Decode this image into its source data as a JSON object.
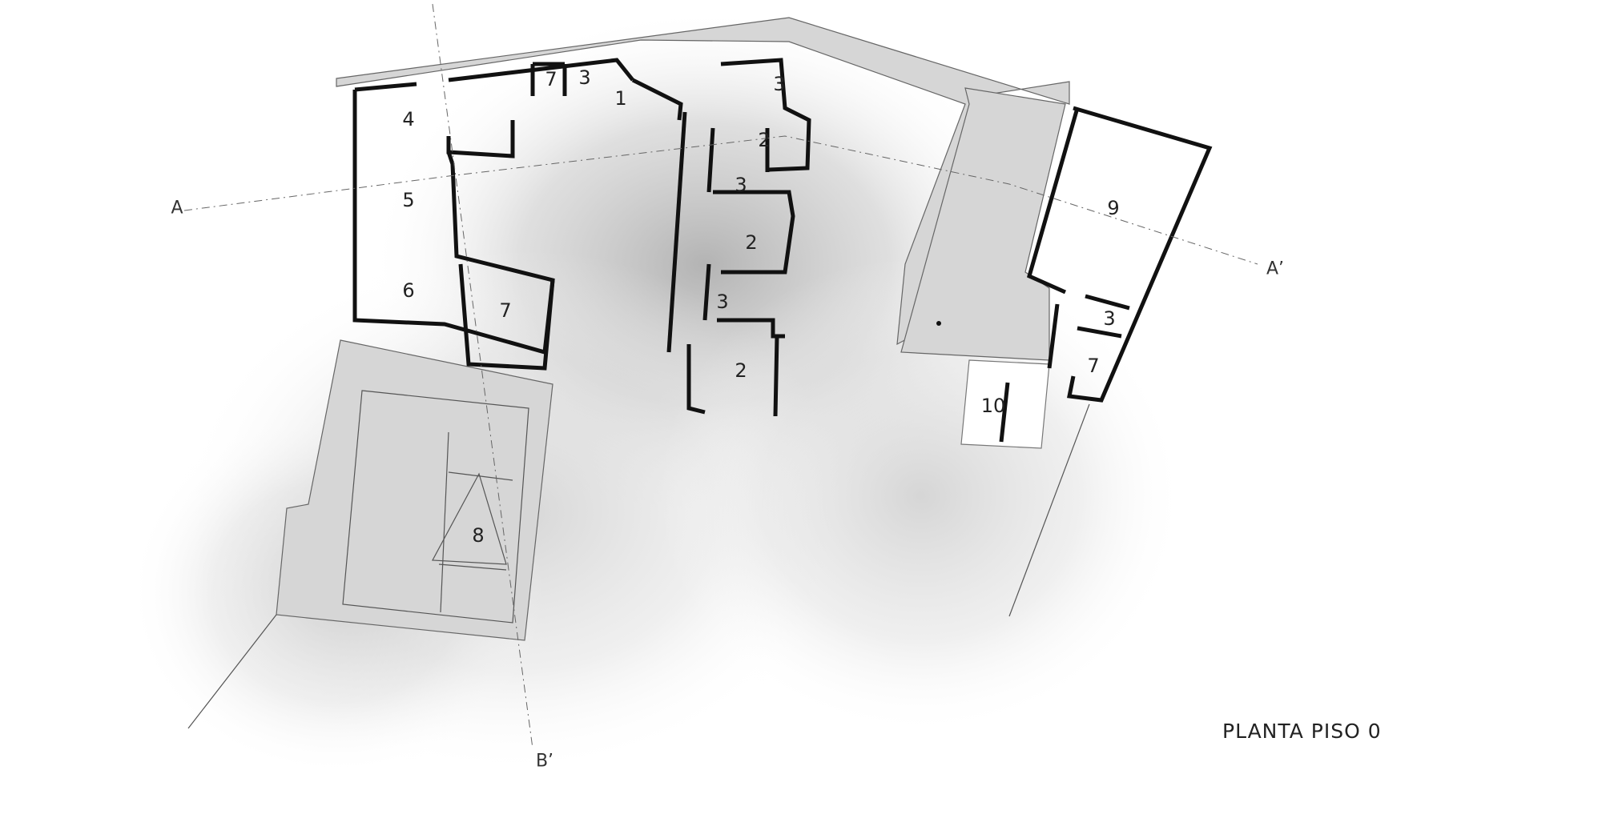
{
  "drawing": {
    "title": "PLANTA PISO 0",
    "section_marks": {
      "a_start": "A",
      "a_end": "A’",
      "b_end": "B’"
    },
    "rooms": [
      {
        "id": "room-1",
        "number": "1"
      },
      {
        "id": "room-2-a",
        "number": "2"
      },
      {
        "id": "room-2-b",
        "number": "2"
      },
      {
        "id": "room-2-c",
        "number": "2"
      },
      {
        "id": "room-3-a",
        "number": "3"
      },
      {
        "id": "room-3-b",
        "number": "3"
      },
      {
        "id": "room-3-c",
        "number": "3"
      },
      {
        "id": "room-3-d",
        "number": "3"
      },
      {
        "id": "room-3-e",
        "number": "3"
      },
      {
        "id": "room-4",
        "number": "4"
      },
      {
        "id": "room-5",
        "number": "5"
      },
      {
        "id": "room-6",
        "number": "6"
      },
      {
        "id": "room-7-a",
        "number": "7"
      },
      {
        "id": "room-7-b",
        "number": "7"
      },
      {
        "id": "room-7-c",
        "number": "7"
      },
      {
        "id": "room-8",
        "number": "8"
      },
      {
        "id": "room-9",
        "number": "9"
      },
      {
        "id": "room-10",
        "number": "10"
      }
    ]
  }
}
